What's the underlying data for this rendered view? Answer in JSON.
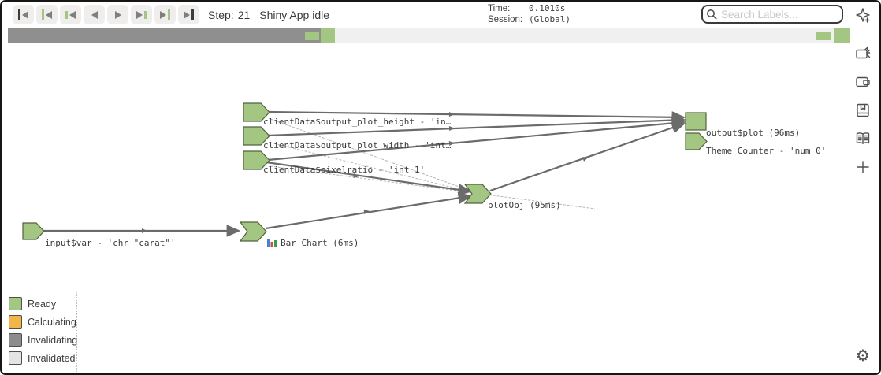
{
  "toolbar": {
    "buttons": [
      "jump-to-start",
      "step-back-large",
      "step-back-medium",
      "step-back",
      "step-forward",
      "step-forward-medium",
      "step-forward-large",
      "jump-to-end"
    ],
    "step_label": "Step:",
    "step_value": "21",
    "status": "Shiny App idle",
    "time_label": "Time:",
    "time_value": "0.1010s",
    "session_label": "Session:",
    "session_value": "(Global)",
    "search_placeholder": "Search Labels..."
  },
  "sidebar": {
    "icons": [
      "sparkle-icon",
      "video-camera-icon",
      "wallet-icon",
      "bookmark-book-icon",
      "open-book-icon",
      "plus-icon",
      "gear-icon"
    ]
  },
  "graph": {
    "nodes": [
      {
        "id": "clientData$output_plot_height",
        "label": "clientData$output_plot_height - 'in…",
        "shape": "pentagon",
        "state": "ready"
      },
      {
        "id": "clientData$output_plot_width",
        "label": "clientData$output_plot_width - 'int…",
        "shape": "pentagon",
        "state": "ready"
      },
      {
        "id": "clientData$pixelratio",
        "label": "clientData$pixelratio - 'int 1'",
        "shape": "pentagon",
        "state": "ready"
      },
      {
        "id": "output$plot",
        "label": "output$plot (96ms)",
        "shape": "rect",
        "state": "ready"
      },
      {
        "id": "Theme Counter",
        "label": "Theme Counter - 'num 0'",
        "shape": "pentagon",
        "state": "ready"
      },
      {
        "id": "plotObj",
        "label": "plotObj (95ms)",
        "shape": "chevron",
        "state": "ready"
      },
      {
        "id": "input$var",
        "label": "input$var - 'chr \"carat\"'",
        "shape": "pentagon",
        "state": "ready"
      },
      {
        "id": "Bar Chart",
        "label": "Bar Chart (6ms)",
        "shape": "chevron",
        "state": "ready",
        "icon": "bar-chart-icon"
      }
    ],
    "edges": [
      {
        "from": "clientData$output_plot_height",
        "to": "output$plot",
        "style": "solid"
      },
      {
        "from": "clientData$output_plot_width",
        "to": "output$plot",
        "style": "solid"
      },
      {
        "from": "clientData$pixelratio",
        "to": "output$plot",
        "style": "solid"
      },
      {
        "from": "clientData$pixelratio",
        "to": "plotObj",
        "style": "solid"
      },
      {
        "from": "Bar Chart",
        "to": "plotObj",
        "style": "solid"
      },
      {
        "from": "plotObj",
        "to": "output$plot",
        "style": "solid"
      },
      {
        "from": "input$var",
        "to": "Bar Chart",
        "style": "solid"
      },
      {
        "from": "clientData$output_plot_height",
        "to": "plotObj",
        "style": "dashed"
      },
      {
        "from": "clientData$output_plot_width",
        "to": "plotObj",
        "style": "dashed"
      },
      {
        "from": "clientData$pixelratio",
        "to": "plotObj",
        "style": "dashed"
      }
    ]
  },
  "legend": {
    "items": [
      {
        "label": "Ready",
        "state": "ready"
      },
      {
        "label": "Calculating",
        "state": "calculating"
      },
      {
        "label": "Invalidating",
        "state": "invalidating"
      },
      {
        "label": "Invalidated",
        "state": "invalidated"
      }
    ]
  },
  "colors": {
    "ready": "#a3c783",
    "calculating": "#f2b648",
    "invalidating": "#8c8c8c",
    "invalidated": "#e4e4e4",
    "node-border": "#51613d",
    "edge": "#6b6b6b",
    "edge-faint": "#b5b5b5",
    "bar-blue": "#4a7fd4",
    "bar-red": "#d14b42",
    "bar-green": "#3f9c46"
  }
}
